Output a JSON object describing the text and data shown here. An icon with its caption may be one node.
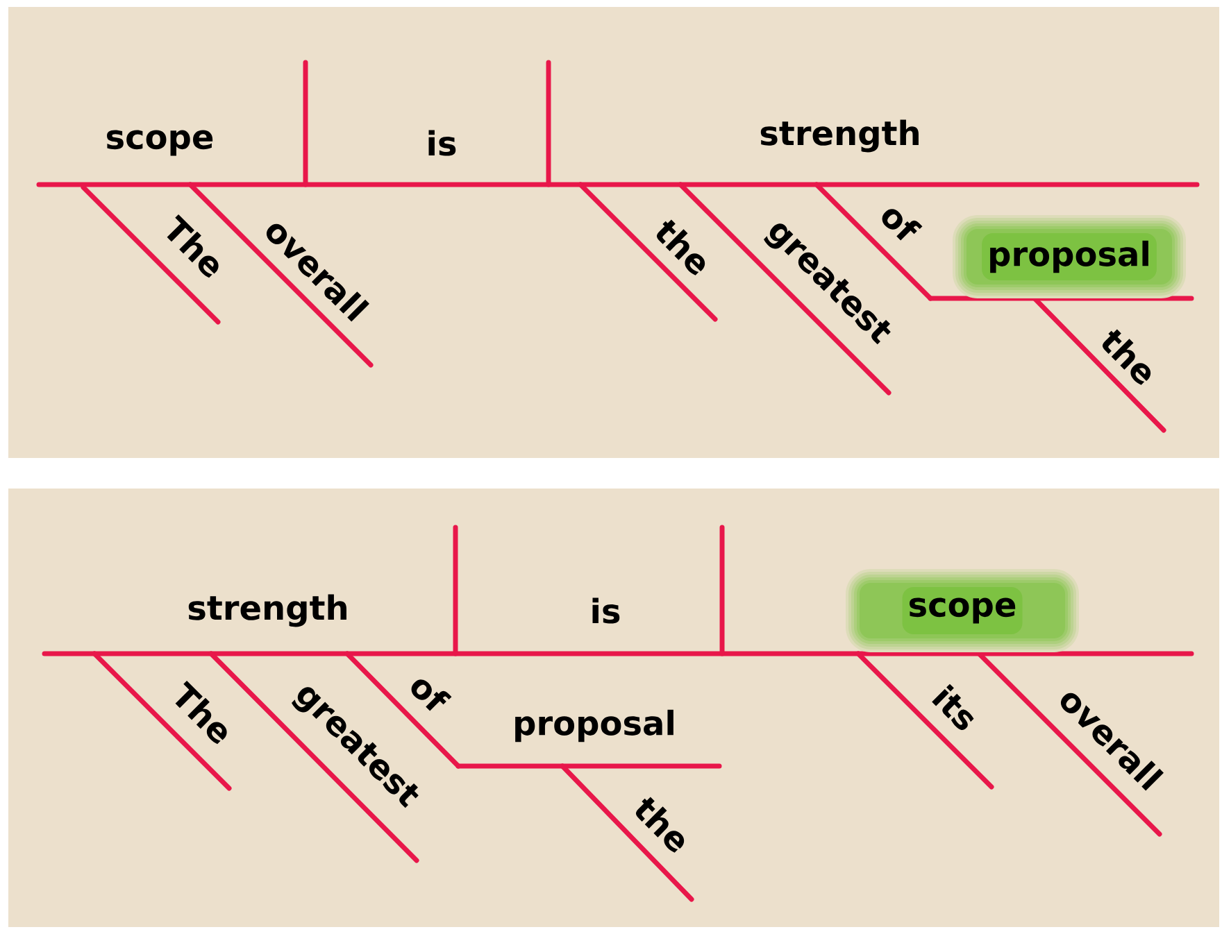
{
  "diagram": {
    "nodes": [
      {
        "text": [
          "proposal"
        ]
      },
      {
        "text": [
          "scope"
        ]
      }
    ],
    "labels": [
      "scope",
      "is",
      "strength",
      "The",
      "overall",
      "the",
      "greatest",
      "of",
      "the",
      "strength",
      "is",
      "The",
      "greatest",
      "of",
      "proposal",
      "the",
      "its",
      "overall"
    ]
  }
}
